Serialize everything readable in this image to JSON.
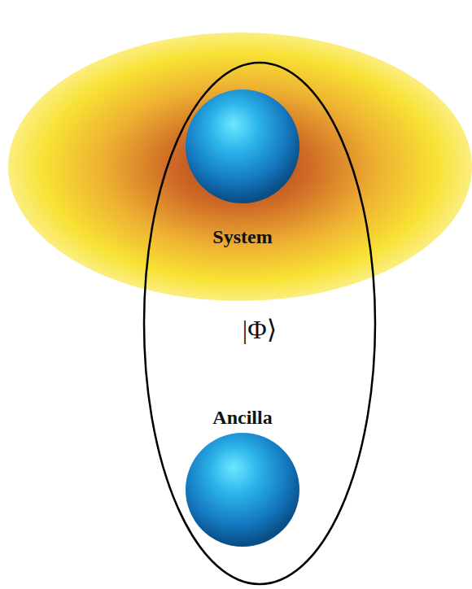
{
  "diagram": {
    "nodes": [
      {
        "text": [
          "|Φ⟩"
        ]
      },
      {
        "text": [
          "System"
        ],
        "in": 0
      },
      {
        "text": [
          "Ancilla"
        ],
        "in": 0
      }
    ]
  }
}
